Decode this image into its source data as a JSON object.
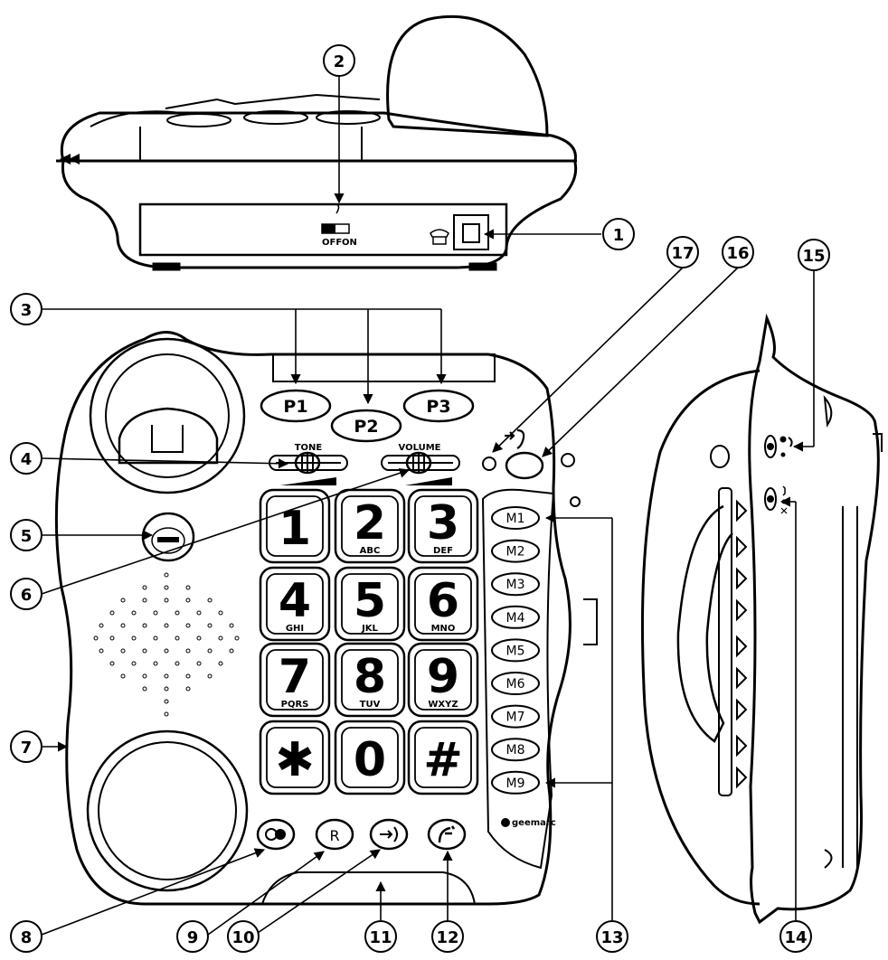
{
  "image": {
    "subject": "telephone",
    "brand_logo_text": "geemarc"
  },
  "rear_panel": {
    "switch_top_label": "OFF",
    "switch_on_label": "ON"
  },
  "slider_labels": {
    "tone": "TONE",
    "volume": "VOLUME"
  },
  "programmable_keys": [
    "P1",
    "P2",
    "P3"
  ],
  "keypad": [
    {
      "digit": "1",
      "letters": ""
    },
    {
      "digit": "2",
      "letters": "ABC"
    },
    {
      "digit": "3",
      "letters": "DEF"
    },
    {
      "digit": "4",
      "letters": "GHI"
    },
    {
      "digit": "5",
      "letters": "JKL"
    },
    {
      "digit": "6",
      "letters": "MNO"
    },
    {
      "digit": "7",
      "letters": "PQRS"
    },
    {
      "digit": "8",
      "letters": "TUV"
    },
    {
      "digit": "9",
      "letters": "WXYZ"
    },
    {
      "digit": "✱",
      "letters": ""
    },
    {
      "digit": "0",
      "letters": ""
    },
    {
      "digit": "#",
      "letters": ""
    }
  ],
  "memory_keys": [
    "M1",
    "M2",
    "M3",
    "M4",
    "M5",
    "M6",
    "M7",
    "M8",
    "M9"
  ],
  "bottom_keys": {
    "recall": "R"
  },
  "callouts": [
    "1",
    "2",
    "3",
    "4",
    "5",
    "6",
    "7",
    "8",
    "9",
    "10",
    "11",
    "12",
    "13",
    "14",
    "15",
    "16",
    "17"
  ]
}
